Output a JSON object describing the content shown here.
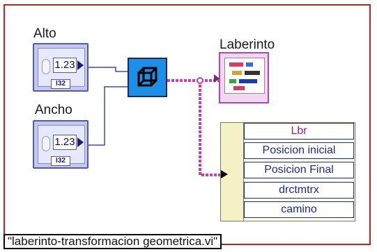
{
  "controls": {
    "alto": {
      "label": "Alto",
      "value": "1.23",
      "type": "I32"
    },
    "ancho": {
      "label": "Ancho",
      "value": "1.23",
      "type": "I32"
    }
  },
  "subvi": {
    "icon": "3d-box-transform-icon"
  },
  "indicator": {
    "label": "Laberinto",
    "icon": "maze-picture-indicator-icon"
  },
  "cluster": {
    "fields": [
      "Lbr",
      "Posicion inicial",
      "Posicion Final",
      "drctmtrx",
      "camino"
    ]
  },
  "vi_name": "\"laberinto-transformacion geometrica.vi\"",
  "colors": {
    "frame": "#c8201f",
    "wire_blue": "#3b4bb0",
    "wire_pink": "#d43ba8",
    "subvi": "#1c8fe6",
    "cluster_tab": "#f5f1c6"
  }
}
